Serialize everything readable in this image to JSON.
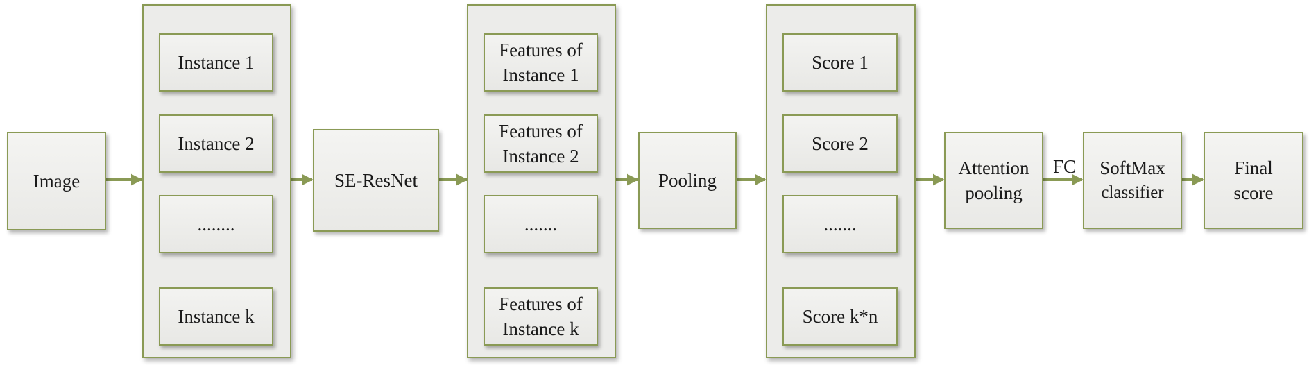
{
  "colors": {
    "border": "#8a9a55",
    "arrow": "#8a9a55",
    "fill": "#ececea"
  },
  "nodes": {
    "image": "Image",
    "instances": [
      "Instance 1",
      "Instance 2",
      "........",
      "Instance k"
    ],
    "se_resnet": "SE-ResNet",
    "features": [
      "Features of\nInstance 1",
      "Features of\nInstance 2",
      ".......",
      "Features of\nInstance k"
    ],
    "pooling": "Pooling",
    "scores": [
      "Score 1",
      "Score 2",
      ".......",
      "Score k*n"
    ],
    "attention_pooling": "Attention\npooling",
    "softmax": {
      "line1": "SoftMax",
      "line2": "classifier"
    },
    "final_score": "Final\nscore"
  },
  "edges": {
    "fc_label": "FC"
  }
}
